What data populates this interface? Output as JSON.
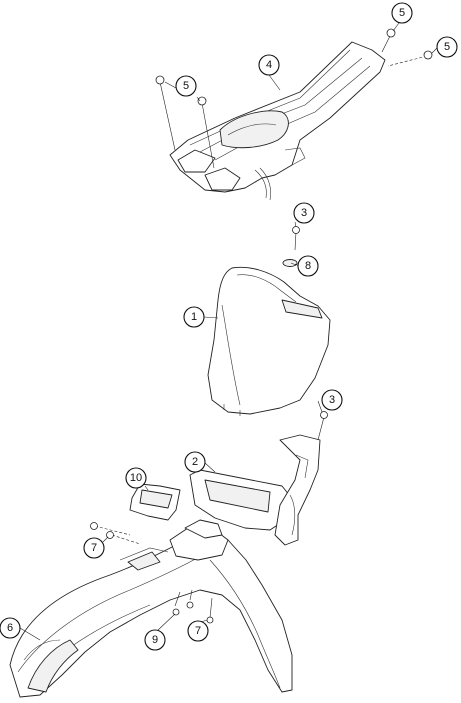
{
  "callouts": [
    {
      "id": "c5a",
      "label": "5"
    },
    {
      "id": "c5b",
      "label": "5"
    },
    {
      "id": "c4",
      "label": "4"
    },
    {
      "id": "c5c",
      "label": "5"
    },
    {
      "id": "c3a",
      "label": "3"
    },
    {
      "id": "c8",
      "label": "8"
    },
    {
      "id": "c1",
      "label": "1"
    },
    {
      "id": "c3b",
      "label": "3"
    },
    {
      "id": "c2",
      "label": "2"
    },
    {
      "id": "c10",
      "label": "10"
    },
    {
      "id": "c7a",
      "label": "7"
    },
    {
      "id": "c6",
      "label": "6"
    },
    {
      "id": "c9",
      "label": "9"
    },
    {
      "id": "c7b",
      "label": "7"
    }
  ]
}
